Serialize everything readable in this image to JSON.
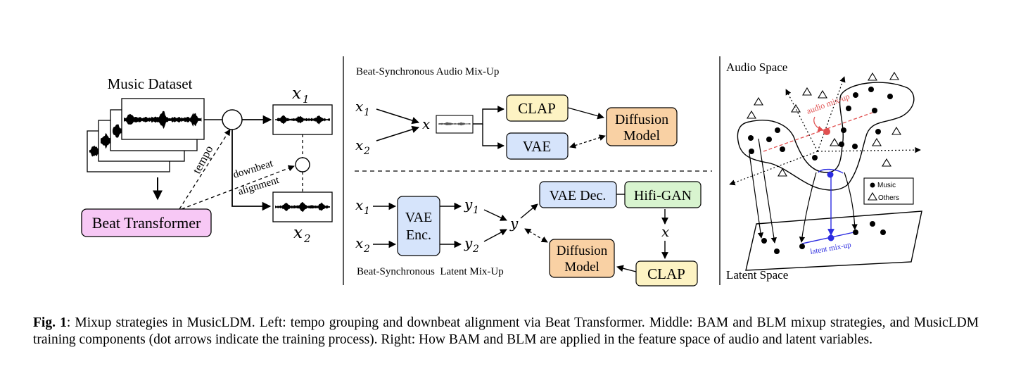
{
  "left": {
    "dataset_title": "Music Dataset",
    "beat_transformer": "Beat Transformer",
    "tempo": "tempo",
    "downbeat": "downbeat",
    "alignment": "alignment",
    "x1": "x",
    "x1_sub": "1",
    "x2": "x",
    "x2_sub": "2"
  },
  "middle": {
    "bam_title": "Beat-Synchronous Audio Mix-Up",
    "blm_title": "Beat-Synchronous  Latent Mix-Up",
    "x1": "x",
    "x2": "x",
    "sub1": "1",
    "sub2": "2",
    "x_mix": "x",
    "clap": "CLAP",
    "vae": "VAE",
    "diffusion_line1": "Diffusion",
    "diffusion_line2": "Model",
    "vae_enc_line1": "VAE",
    "vae_enc_line2": "Enc.",
    "y1": "y",
    "y2": "y",
    "y": "y",
    "vae_dec": "VAE Dec.",
    "hifigan": "Hifi-GAN",
    "x_out": "x",
    "clap2": "CLAP",
    "diffusion2_line1": "Diffusion",
    "diffusion2_line2": "Model"
  },
  "right": {
    "audio_space": "Audio Space",
    "latent_space": "Latent Space",
    "audio_mixup": "audio mix-up",
    "latent_mixup": "latent mix-up",
    "legend_music": "Music",
    "legend_others": "Others"
  },
  "colors": {
    "beat_transformer_fill": "#f7c8f5",
    "clap_fill": "#fdf3c3",
    "vae_fill": "#d6e4fb",
    "diffusion_fill": "#f9d1a4",
    "hifigan_fill": "#d8f4cf",
    "audio_mixup": "#e05050",
    "latent_mixup": "#2b2be0"
  },
  "caption": {
    "label": "Fig. 1",
    "text": ": Mixup strategies in MusicLDM. Left: tempo grouping and downbeat alignment via Beat Transformer. Middle: BAM and BLM mixup strategies, and MusicLDM training components (dot arrows indicate the training process). Right: How BAM and BLM are applied in the feature space of audio and latent variables."
  }
}
